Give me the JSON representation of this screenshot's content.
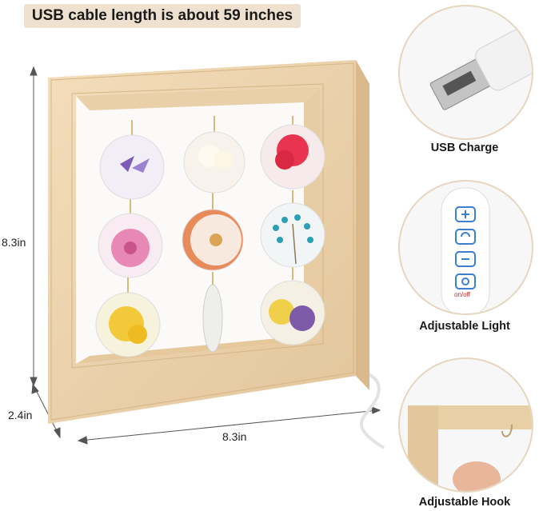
{
  "banner": {
    "text": "USB cable length is about 59 inches"
  },
  "dimensions": {
    "height": "8.3in",
    "depth": "2.4in",
    "width": "8.3in"
  },
  "features": [
    {
      "caption": "USB Charge"
    },
    {
      "caption": "Adjustable Light"
    },
    {
      "caption": "Adjustable Hook"
    }
  ],
  "remote": {
    "power_label": "on/off"
  },
  "colors": {
    "banner_bg": "#efe1cf",
    "wood": "#ecd3ad",
    "remote_button": "#3c7fd0"
  }
}
